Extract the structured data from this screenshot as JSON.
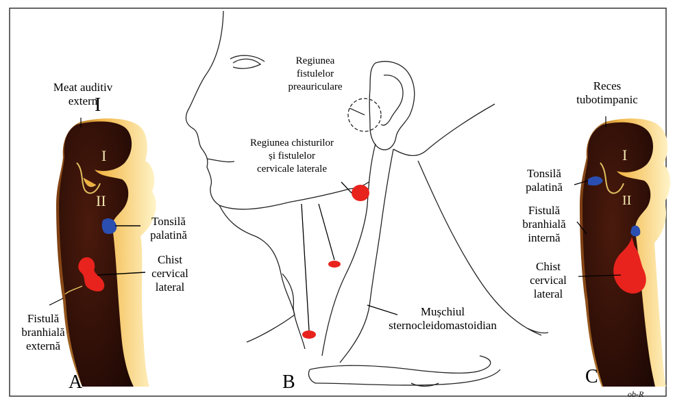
{
  "colors": {
    "tissue_dark": "#2a0f08",
    "tissue_mid": "#5a2410",
    "tissue_light": "#f0b040",
    "cyst_red": "#e8231d",
    "tonsil_blue": "#2a4fb0",
    "outline": "#000000",
    "border": "#333333"
  },
  "panel_a": {
    "letter": "A",
    "pouch_1": "I",
    "pouch_2": "II",
    "meat_line1": "Meat auditiv",
    "meat_line2": "extern",
    "tonsil_line1": "Tonsilă",
    "tonsil_line2": "palatină",
    "cyst_line1": "Chist",
    "cyst_line2": "cervical",
    "cyst_line3": "lateral",
    "fistula_line1": "Fistulă",
    "fistula_line2": "branhială",
    "fistula_line3": "externă"
  },
  "panel_b": {
    "letter": "B",
    "preauricular_line1": "Regiunea",
    "preauricular_line2": "fistulelor",
    "preauricular_line3": "preauriculare",
    "cervical_line1": "Regiunea chisturilor",
    "cervical_line2": "și fistulelor",
    "cervical_line3": "cervicale laterale",
    "muscle_line1": "Mușchiul",
    "muscle_line2": "sternocleidomastoidian"
  },
  "panel_c": {
    "letter": "C",
    "pouch_1": "I",
    "pouch_2": "II",
    "recess_line1": "Reces",
    "recess_line2": "tubotimpanic",
    "tonsil_line1": "Tonsilă",
    "tonsil_line2": "palatină",
    "fistula_line1": "Fistulă",
    "fistula_line2": "branhială",
    "fistula_line3": "internă",
    "cyst_line1": "Chist",
    "cyst_line2": "cervical",
    "cyst_line3": "lateral",
    "signature": "ob-R"
  }
}
